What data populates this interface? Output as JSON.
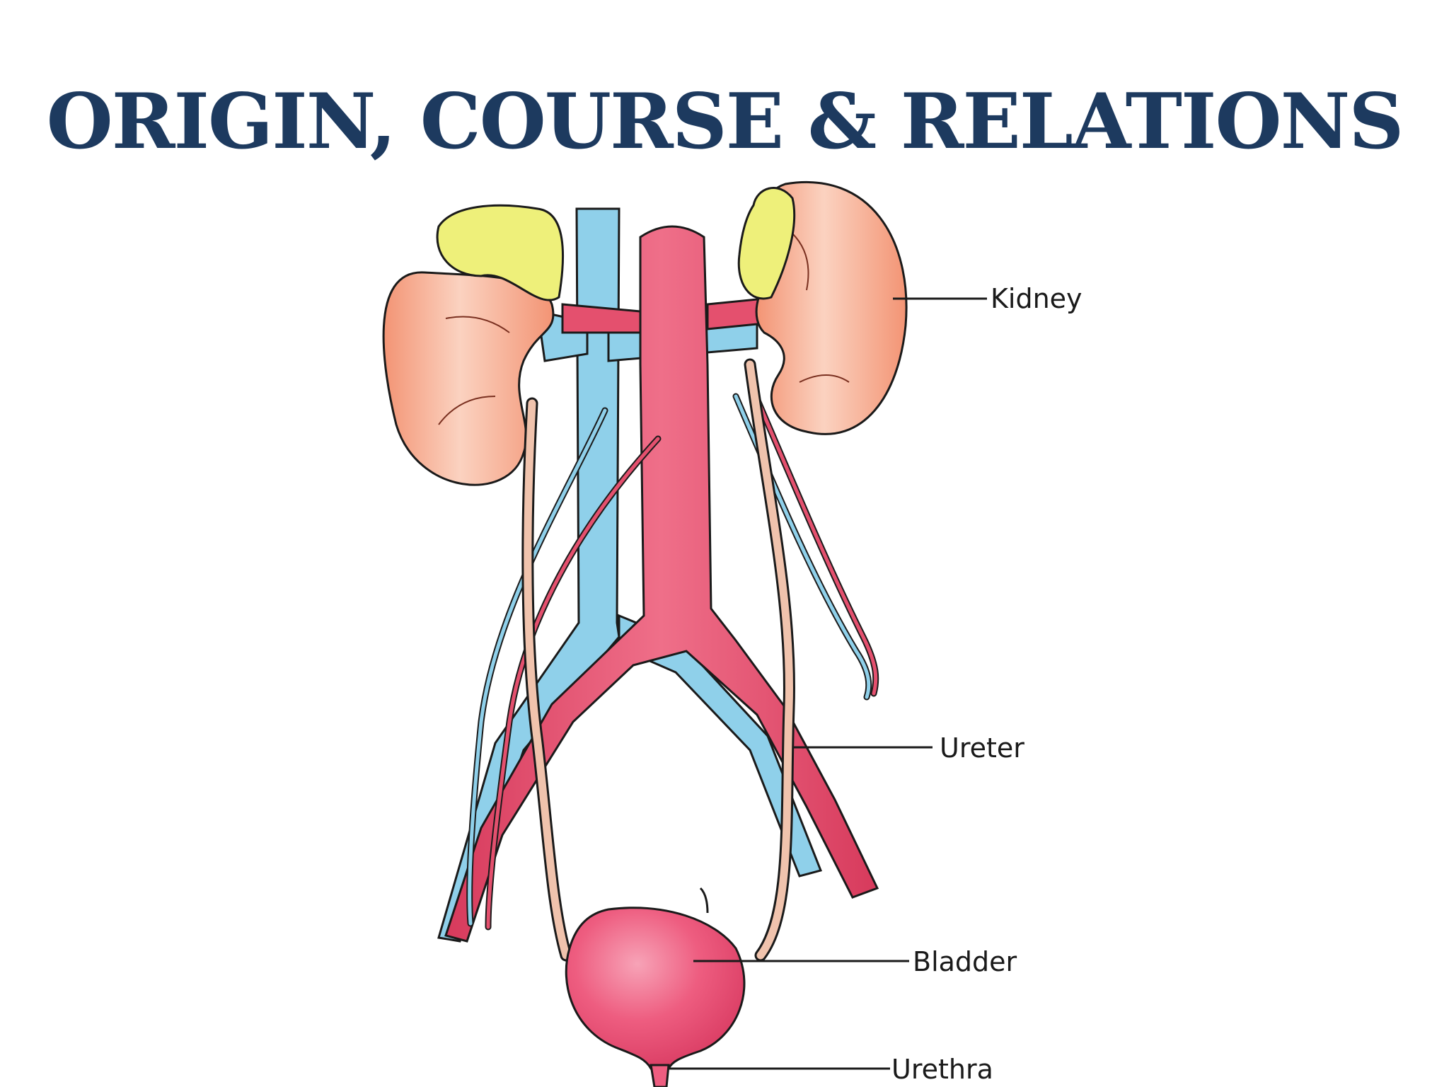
{
  "title": "ORIGIN, COURSE & RELATIONS",
  "labels": {
    "kidney": "Kidney",
    "ureter": "Ureter",
    "bladder": "Bladder",
    "urethra": "Urethra"
  },
  "colors": {
    "title": "#1d3a5f",
    "kidney": "#f5a07c",
    "adrenal": "#eef07a",
    "aorta": "#e4506e",
    "vena_cava": "#8fd0ea",
    "ureter": "#f0c3ad",
    "bladder": "#ee5d80"
  }
}
